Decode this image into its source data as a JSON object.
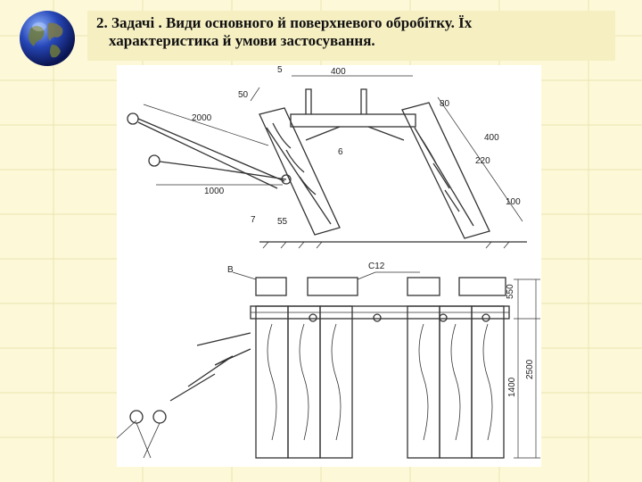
{
  "slide": {
    "title_line1": "2. Задачі . Види основного й поверхневого обробітку. Їх",
    "title_line2": "характеристика й умови застосування."
  },
  "figure": {
    "top_view_labels": {
      "part_5": "5",
      "width_400": "400",
      "dim_50": "50",
      "dim_2000": "2000",
      "part_6": "6",
      "dim_1000": "1000",
      "part_7": "7",
      "angle_55": "55",
      "dim_80": "80",
      "dim_400_right": "400",
      "dim_220": "220",
      "dim_100": "100"
    },
    "side_view_labels": {
      "part_v": "В",
      "channel_c12": "С12",
      "dim_550": "550",
      "dim_1400": "1400",
      "dim_2500": "2500"
    }
  },
  "colors": {
    "background": "#fdf9d8",
    "title_bar": "#f6efc2",
    "line": "#333333"
  },
  "icons": {
    "globe": "globe-icon"
  }
}
